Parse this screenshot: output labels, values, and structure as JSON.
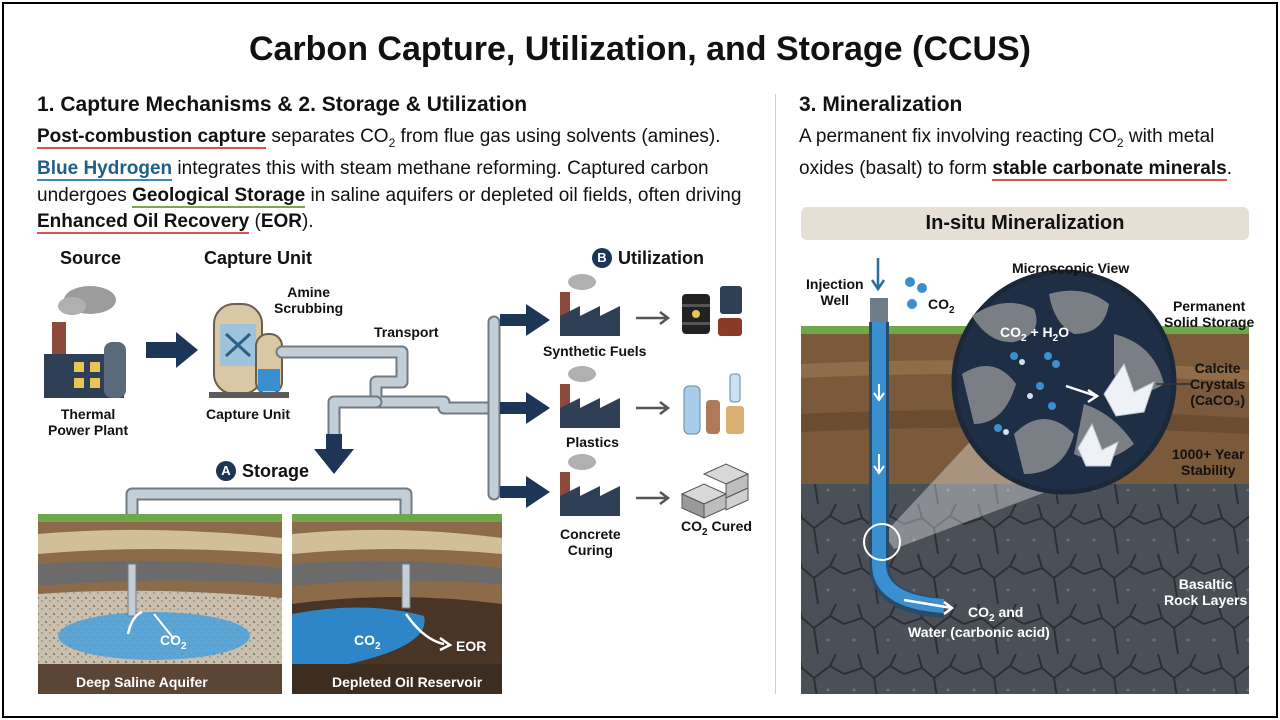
{
  "title": "Carbon Capture, Utilization, and Storage (CCUS)",
  "left": {
    "heading": "1. Capture Mechanisms & 2. Storage & Utilization",
    "para": {
      "t1": "Post-combustion capture",
      "t2": " separates CO",
      "t3": " from flue gas using solvents (amines). ",
      "t4": "Blue Hydrogen",
      "t5": " integrates this with steam methane reforming. Captured carbon undergoes ",
      "t6": "Geological Storage",
      "t7": " in saline aquifers or depleted oil fields, often driving ",
      "t8": "Enhanced Oil Recovery",
      "t9": " (",
      "t10": "EOR",
      "t11": ")."
    },
    "sub2": "2",
    "source_label": "Source",
    "capture_label": "Capture Unit",
    "amine_label": "Amine\nScrubbing",
    "plant_label": "Thermal\nPower Plant",
    "capture_unit_label": "Capture Unit",
    "transport_label": "Transport",
    "storage_badge": "A",
    "storage_label": "Storage",
    "utilization_badge": "B",
    "utilization_label": "Utilization",
    "synthetic_fuels": "Synthetic Fuels",
    "plastics": "Plastics",
    "concrete": "Concrete\nCuring",
    "co2_cured_pre": "CO",
    "co2_cured_sub": "2",
    "co2_cured_post": " Cured",
    "aquifer_label": "Deep Saline Aquifer",
    "reservoir_label": "Depleted Oil Reservoir",
    "aquifer_co2": "CO",
    "aquifer_co2_sub": "2",
    "reservoir_co2": "CO",
    "reservoir_co2_sub": "2",
    "eor_label": "EOR"
  },
  "right": {
    "heading": "3. Mineralization",
    "para": {
      "t1": "A permanent fix involving reacting CO",
      "t2": "2",
      "t3": " with metal oxides (basalt) to form ",
      "t4": "stable carbonate minerals",
      "t5": "."
    },
    "banner": "In-situ Mineralization",
    "injection_well": "Injection\nWell",
    "co2_bubbles": "CO",
    "co2_bubbles_sub": "2",
    "microscopic_view": "Microscopic View",
    "permanent": "Permanent\nSolid Storage",
    "reaction_pre": "CO",
    "reaction_sub": "2",
    "reaction_post": " + H",
    "reaction_sub2": "2",
    "reaction_end": "O",
    "calcite": "Calcite\nCrystals\n(CaCO₃)",
    "stability": "1000+ Year\nStability",
    "basaltic": "Basaltic\nRock Layers",
    "water_pre": "CO",
    "water_sub": "2",
    "water_post": " and",
    "water_line2": "Water (carbonic acid)"
  },
  "colors": {
    "pipe": "#b9c4cc",
    "arrow_navy": "#1d3557",
    "water_blue": "#3a8fd0",
    "soil_brown": "#7a5a3a",
    "basalt_dark": "#454b52",
    "grass": "#6ea84a",
    "oil_dark": "#4a3426",
    "highlight_red": "#d9534f",
    "highlight_blue": "#3a8ab8",
    "highlight_green": "#7aa84a"
  }
}
